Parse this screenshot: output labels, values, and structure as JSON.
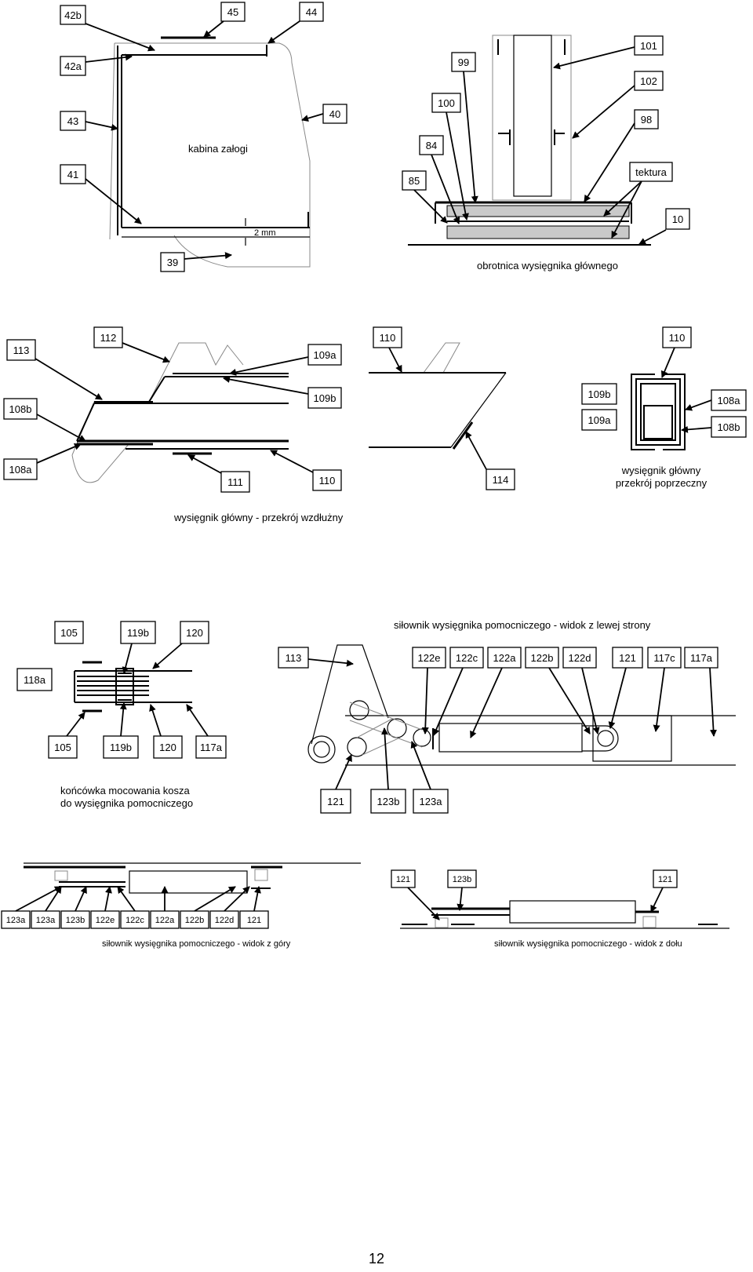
{
  "page_number": "12",
  "fig1": {
    "labels": {
      "l42b": "42b",
      "l45": "45",
      "l44": "44",
      "l42a": "42a",
      "l43": "43",
      "l40": "40",
      "l41": "41",
      "l39": "39"
    },
    "inner_text": "kabina załogi",
    "dimension": "2 mm"
  },
  "fig2": {
    "labels": {
      "l101": "101",
      "l99": "99",
      "l102": "102",
      "l100": "100",
      "l98": "98",
      "l84": "84",
      "l85": "85",
      "ltek": "tektura",
      "l10": "10"
    },
    "caption": "obrotnica wysięgnika głównego"
  },
  "fig3": {
    "labels": {
      "l113": "113",
      "l112": "112",
      "l109a": "109a",
      "l109b": "109b",
      "l108b": "108b",
      "l108a": "108a",
      "l111": "111",
      "l110": "110"
    },
    "caption": "wysięgnik główny - przekrój wzdłużny"
  },
  "fig4": {
    "labels": {
      "l110": "110",
      "l114": "114"
    }
  },
  "fig5": {
    "labels": {
      "l110": "110",
      "l109b": "109b",
      "l109a": "109a",
      "l108a": "108a",
      "l108b": "108b"
    },
    "caption_line1": "wysięgnik główny",
    "caption_line2": "przekrój poprzeczny"
  },
  "fig6": {
    "labels": {
      "l105t": "105",
      "l119bt": "119b",
      "l120t": "120",
      "l118a": "118a",
      "l105b": "105",
      "l119bb": "119b",
      "l120b": "120",
      "l117a": "117a"
    },
    "caption_line1": "końcówka mocowania kosza",
    "caption_line2": "do wysięgnika pomocniczego"
  },
  "fig7": {
    "title": "siłownik wysięgnika pomocniczego - widok z lewej strony",
    "labels": {
      "l113": "113",
      "l122e": "122e",
      "l122c": "122c",
      "l122a": "122a",
      "l122b": "122b",
      "l122d": "122d",
      "l121t": "121",
      "l117c": "117c",
      "l117a": "117a",
      "l121b": "121",
      "l123b": "123b",
      "l123a": "123a"
    }
  },
  "fig8": {
    "labels": [
      "123a",
      "123a",
      "123b",
      "122e",
      "122c",
      "122a",
      "122b",
      "122d",
      "121"
    ],
    "caption": "siłownik wysięgnika pomocniczego - widok z góry"
  },
  "fig9": {
    "labels": {
      "l121a": "121",
      "l123b": "123b",
      "l121b": "121"
    },
    "caption": "siłownik wysięgnika pomocniczego - widok z dołu"
  }
}
